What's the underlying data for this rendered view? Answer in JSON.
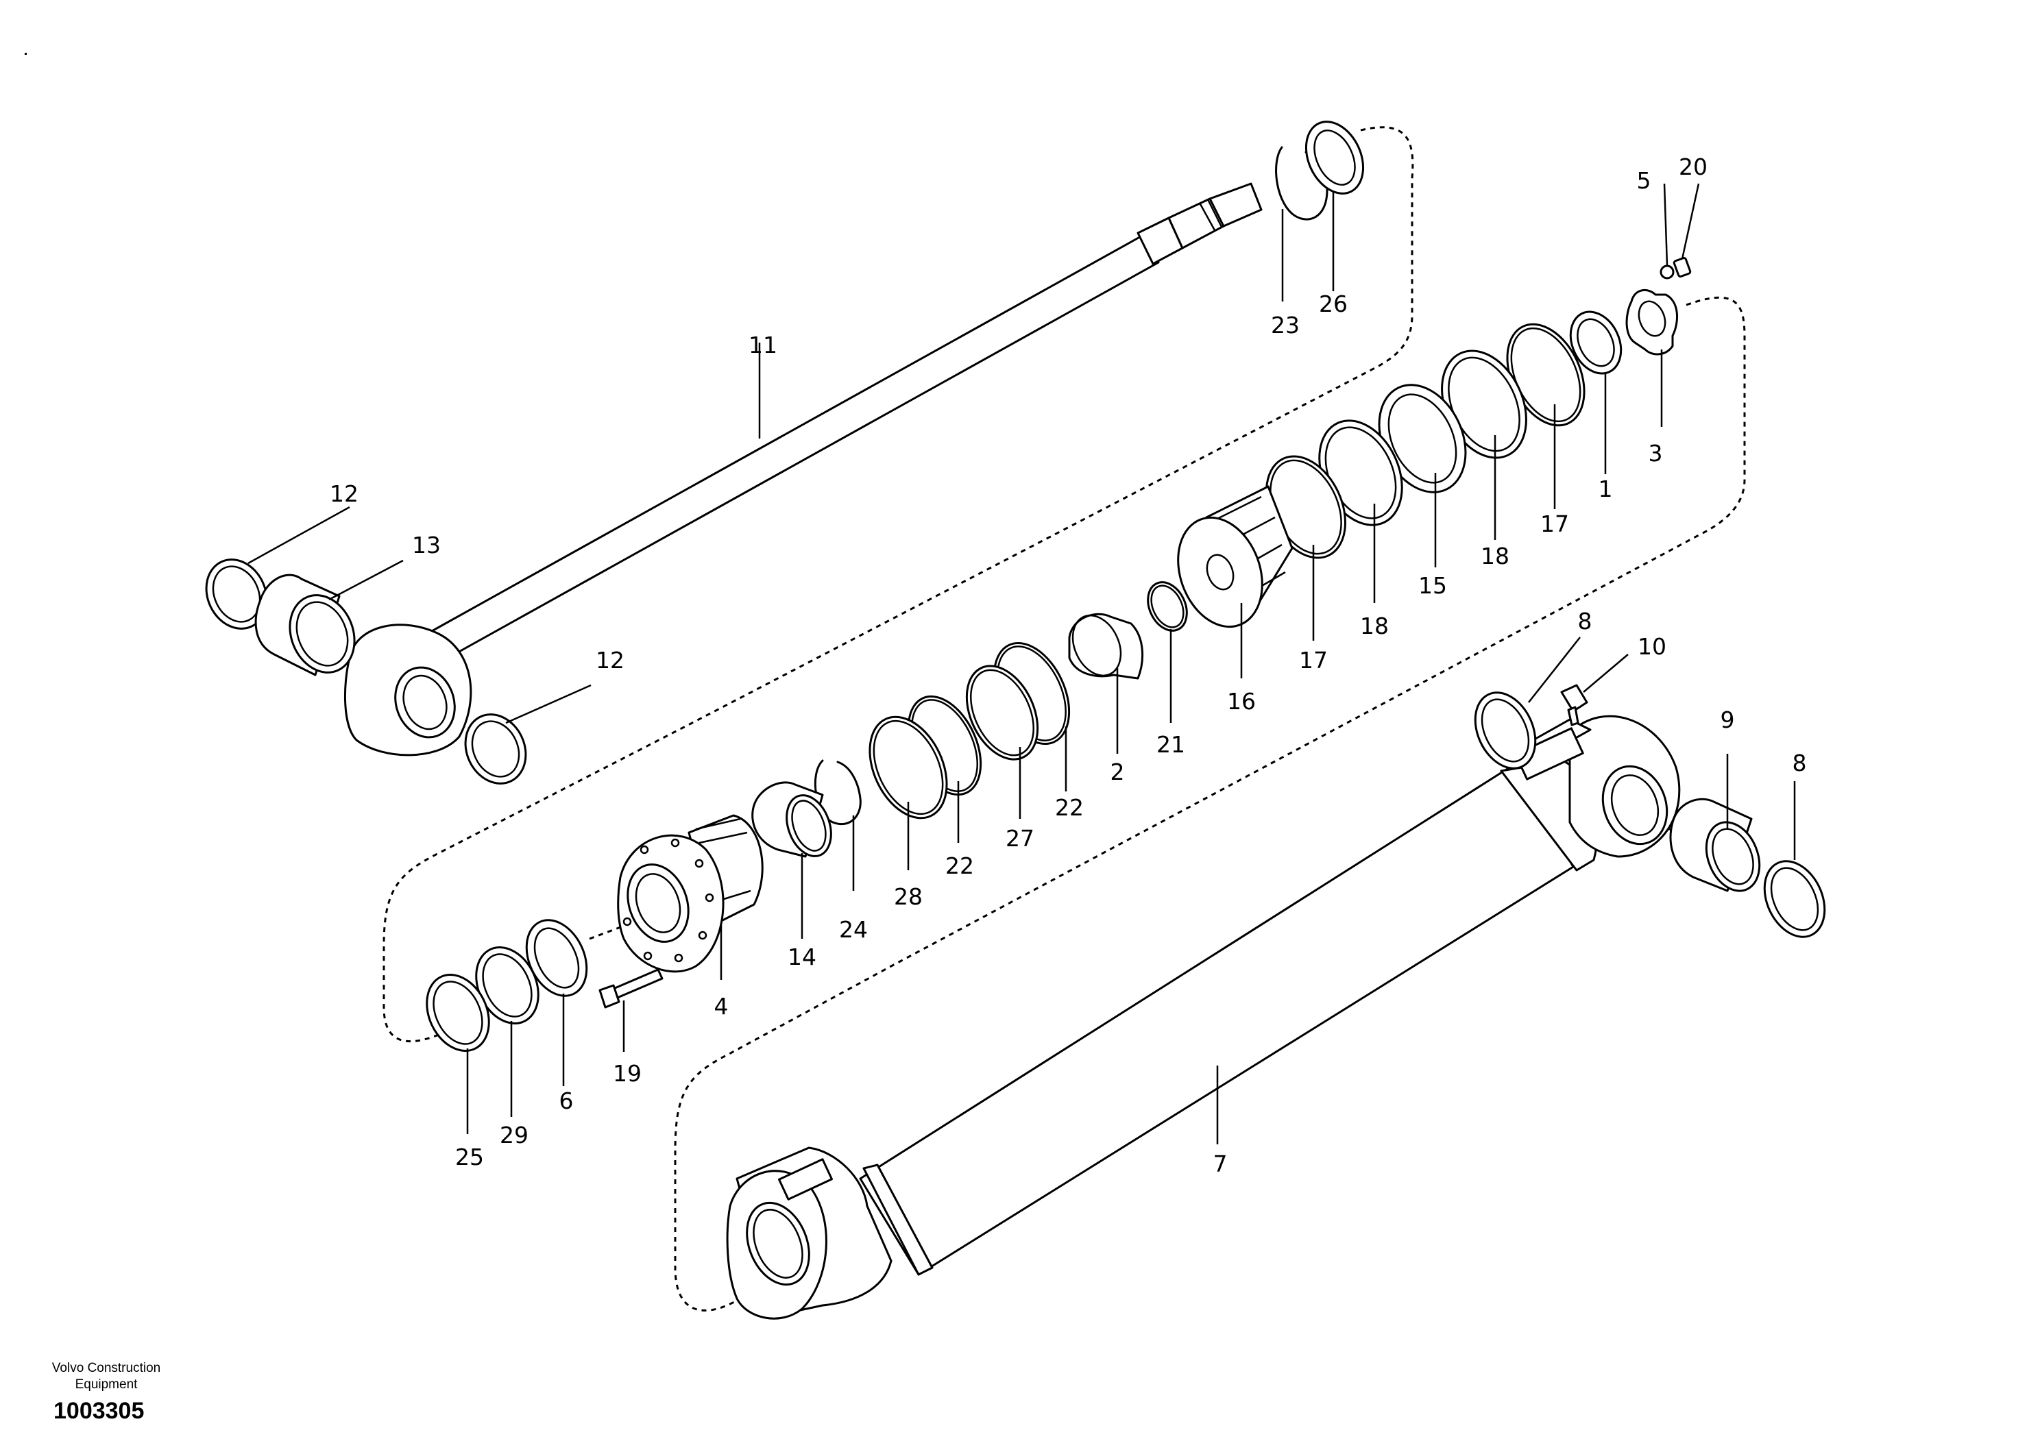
{
  "footer": {
    "brand": "Volvo Construction Equipment",
    "doc_number": "1003305"
  },
  "callouts": {
    "p1": "1",
    "p2": "2",
    "p3": "3",
    "p4": "4",
    "p5": "5",
    "p6": "6",
    "p7": "7",
    "p8a": "8",
    "p8b": "8",
    "p9": "9",
    "p10": "10",
    "p11": "11",
    "p12a": "12",
    "p12b": "12",
    "p13": "13",
    "p14": "14",
    "p15": "15",
    "p16": "16",
    "p17a": "17",
    "p17b": "17",
    "p18a": "18",
    "p18b": "18",
    "p19": "19",
    "p20": "20",
    "p21": "21",
    "p22a": "22",
    "p22b": "22",
    "p23": "23",
    "p24": "24",
    "p25": "25",
    "p26": "26",
    "p27": "27",
    "p28": "28",
    "p29": "29"
  }
}
